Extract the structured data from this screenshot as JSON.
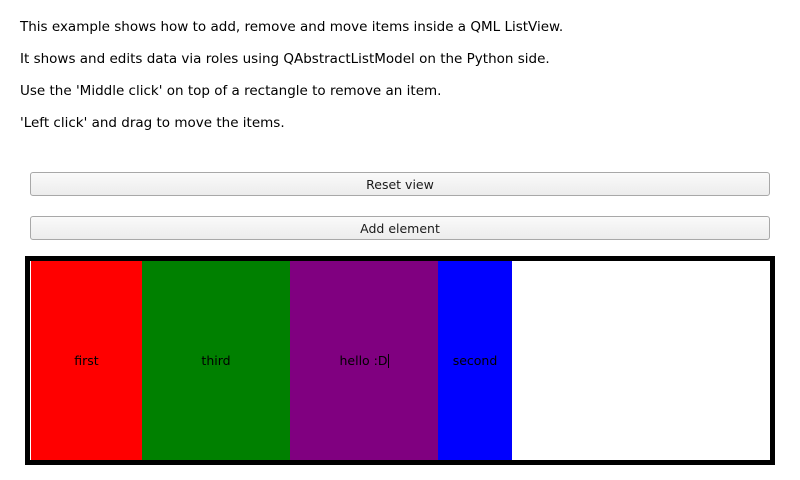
{
  "instructions": [
    "This example shows how to add, remove and move items inside a QML ListView.",
    "It shows and edits data via roles using QAbstractListModel on the Python side.",
    "Use the 'Middle click' on top of a rectangle to remove an item.",
    "'Left click' and drag to move the items."
  ],
  "buttons": {
    "reset_label": "Reset view",
    "add_label": "Add element"
  },
  "list": {
    "items": [
      {
        "text": "first",
        "color": "#ff0000"
      },
      {
        "text": "third",
        "color": "#008000"
      },
      {
        "text": "hello :D",
        "color": "#800080"
      },
      {
        "text": "second",
        "color": "#0000ff"
      }
    ],
    "frame_color": "#000000"
  }
}
